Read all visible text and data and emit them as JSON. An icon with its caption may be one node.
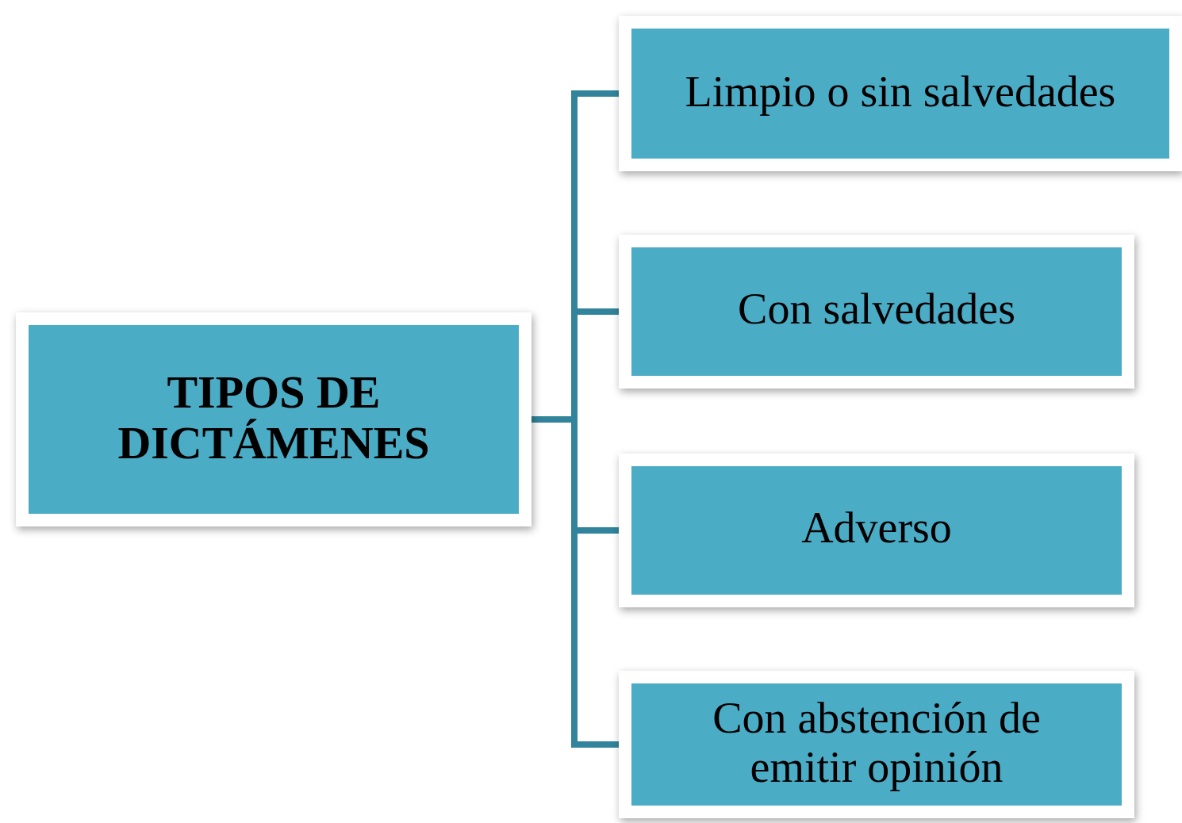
{
  "diagram": {
    "nodes": [
      {
        "text": [
          "TIPOS DE DICTÁMENES"
        ]
      },
      {
        "text": [
          "Limpio o sin salvedades"
        ]
      },
      {
        "text": [
          "Con salvedades"
        ]
      },
      {
        "text": [
          "Adverso"
        ]
      },
      {
        "text": [
          "Con abstención de emitir opinión"
        ]
      }
    ],
    "edges": [
      {
        "from": 0,
        "to": 1,
        "arrow": "none"
      },
      {
        "from": 0,
        "to": 2,
        "arrow": "none"
      },
      {
        "from": 0,
        "to": 3,
        "arrow": "none"
      },
      {
        "from": 0,
        "to": 4,
        "arrow": "none"
      }
    ]
  }
}
